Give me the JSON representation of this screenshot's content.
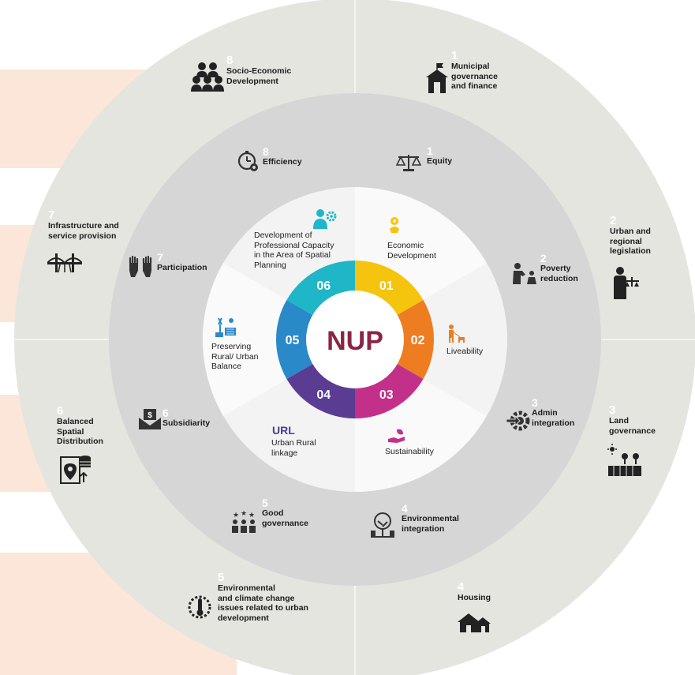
{
  "colors": {
    "stripe": "#fbe6d9",
    "outer_ring": "#e4e5df",
    "middle_ring": "#d6d6d6",
    "inner_disc": "#f3f3f3",
    "center": "#ffffff",
    "center_text": "#8a2545",
    "url_text": "#4c3a98",
    "segments": [
      "#f5c40f",
      "#ee7d22",
      "#c3308a",
      "#5a3c93",
      "#2a89c9",
      "#1fb6c8"
    ]
  },
  "center": {
    "label": "NUP"
  },
  "segments": [
    {
      "num": "01",
      "color": "#f5c40f"
    },
    {
      "num": "02",
      "color": "#ee7d22"
    },
    {
      "num": "03",
      "color": "#c3308a"
    },
    {
      "num": "04",
      "color": "#5a3c93"
    },
    {
      "num": "05",
      "color": "#2a89c9"
    },
    {
      "num": "06",
      "color": "#1fb6c8"
    }
  ],
  "inner_labels": {
    "economic": "Economic\nDevelopment",
    "liveability": "Liveability",
    "sustainability": "Sustainability",
    "url_title": "URL",
    "url_text": "Urban Rural\nlinkage",
    "preserving": "Preserving\nRural/ Urban\nBalance",
    "development": "Development of\nProfessional Capacity\nin the Area of Spatial\nPlanning"
  },
  "middle_ring": [
    {
      "num": "1",
      "text": "Equity",
      "icon": "scales-icon"
    },
    {
      "num": "2",
      "text": "Poverty\nreduction",
      "icon": "charity-icon"
    },
    {
      "num": "3",
      "text": "Admin\nintegration",
      "icon": "gear-arrow-icon"
    },
    {
      "num": "4",
      "text": "Environmental\nintegration",
      "icon": "tree-icon"
    },
    {
      "num": "5",
      "text": "Good\ngovernance",
      "icon": "people-stars-icon"
    },
    {
      "num": "6",
      "text": "Subsidiarity",
      "icon": "money-envelope-icon"
    },
    {
      "num": "7",
      "text": "Participation",
      "icon": "raised-hands-icon"
    },
    {
      "num": "8",
      "text": "Efficiency",
      "icon": "stopwatch-gear-icon"
    }
  ],
  "outer_ring": [
    {
      "num": "1",
      "text": "Municipal\ngovernance\nand finance",
      "icon": "town-hall-icon"
    },
    {
      "num": "2",
      "text": "Urban and\nregional\nlegislation",
      "icon": "judge-icon"
    },
    {
      "num": "3",
      "text": "Land\ngovernance",
      "icon": "land-icon"
    },
    {
      "num": "4",
      "text": "Housing",
      "icon": "house-icon"
    },
    {
      "num": "5",
      "text": "Environmental\nand climate change\nissues related to urban\ndevelopment",
      "icon": "thermometer-icon"
    },
    {
      "num": "6",
      "text": "Balanced\nSpatial\nDistribution",
      "icon": "map-pin-icon"
    },
    {
      "num": "7",
      "text": "Infrastructure and\nservice provision",
      "icon": "bridge-icon"
    },
    {
      "num": "8",
      "text": "Socio-Economic\nDevelopment",
      "icon": "group-icon"
    }
  ]
}
